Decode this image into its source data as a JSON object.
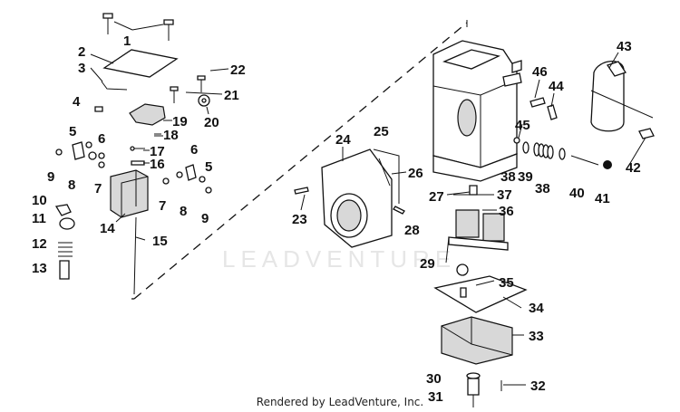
{
  "diagram": {
    "watermark": "LEADVENTURE",
    "footer": "Rendered by LeadVenture, Inc.",
    "callouts": [
      "1",
      "2",
      "3",
      "4",
      "5",
      "6",
      "7",
      "8",
      "9",
      "10",
      "11",
      "12",
      "13",
      "14",
      "15",
      "16",
      "17",
      "18",
      "19",
      "20",
      "21",
      "22",
      "23",
      "24",
      "25",
      "26",
      "27",
      "28",
      "29",
      "30",
      "31",
      "32",
      "33",
      "34",
      "35",
      "36",
      "37",
      "38",
      "39",
      "40",
      "41",
      "42",
      "43",
      "44",
      "45",
      "46"
    ]
  }
}
